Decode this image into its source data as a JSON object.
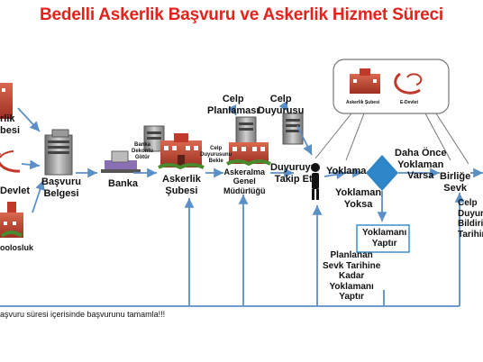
{
  "title": "Bedelli Askerlik Başvuru ve Askerlik Hizmet Süreci",
  "nodes": {
    "left_top": "rlik\nbesi",
    "left_mid": "Devlet",
    "left_bottom": "oolosluk",
    "basvuru": "Başvuru\nBelgesi",
    "banka": "Banka",
    "banka_dekontu": "Banka\nDekontu\nGötür",
    "celp_duyurusunu": "Celp\nDuyurusunu\nBekle",
    "askerlik_subesi": "Askerlik\nŞubesi",
    "celp_planlamasi": "Celp\nPlanlaması",
    "celp_duyurusu": "Celp\nDuyurusu",
    "askeralma": "Askeralma\nGenel\nMüdürlüğü",
    "duyuruyu": "Duyuruyu\nTakip Et",
    "yoklama": "Yoklama",
    "daha_once": "Daha Önce\nYoklaman\nVarsa",
    "birlige_sevk": "Birliğe\nSevk",
    "yoklaman_yoksa": "Yoklaman\nYoksa",
    "yoklamani_yaptir": "Yoklamanı\nYaptır",
    "planlanan": "Planlanan\nSevk Tarihine\nKadar\nYoklamanı\nYaptır",
    "celp_right": "Celp\nDuyuru\nBildiri\nTarihin",
    "bubble_sube": "Askerlik Şubesi",
    "bubble_edevlet": "E-Devlet",
    "footer": "aşvuru süresi içerisinde başvurunu tamamla!!!"
  },
  "colors": {
    "title": "#e3231b",
    "arrow": "#5b8fc7",
    "diamond": "#2e86c8",
    "box_border": "#2e86c8",
    "building_red": "#c0392b",
    "server_gray": "#8f8f8f"
  }
}
